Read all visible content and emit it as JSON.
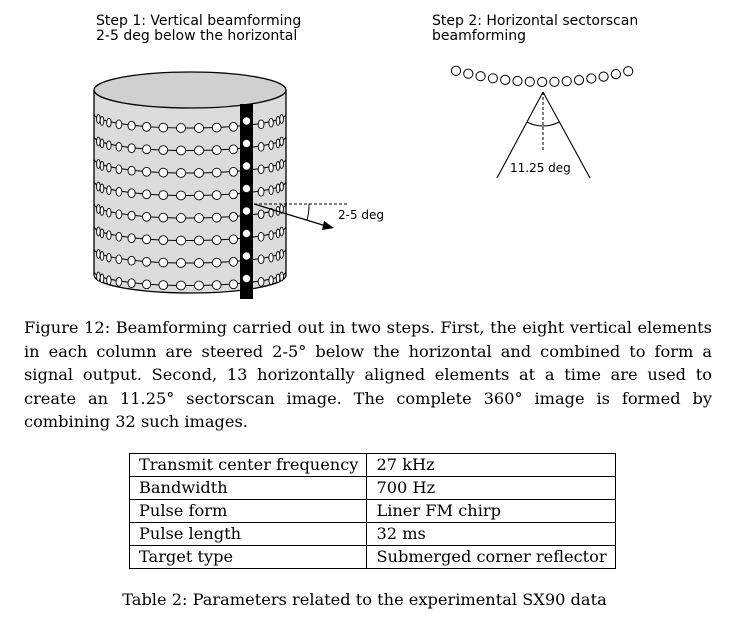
{
  "figure": {
    "step1_title_line1": "Step 1: Vertical beamforming",
    "step1_title_line2": "2-5 deg below the horizontal",
    "step2_title_line1": "Step 2: Horizontal sectorscan",
    "step2_title_line2": "beamforming",
    "angle_label_vertical": "2-5 deg",
    "angle_label_sector": "11.25 deg",
    "array_rows": 8
  },
  "caption": {
    "text": "Figure 12: Beamforming carried out in two steps. First, the eight vertical elements in each column are steered 2-5° below the horizontal and combined to form a signal output. Second, 13 horizontally aligned elements at a time are used to create an 11.25° sectorscan image. The complete 360° image is formed by combining 32 such images."
  },
  "table": {
    "rows": [
      {
        "param": "Transmit center frequency",
        "value": "27 kHz"
      },
      {
        "param": "Bandwidth",
        "value": "700 Hz"
      },
      {
        "param": "Pulse form",
        "value": "Liner FM chirp"
      },
      {
        "param": "Pulse length",
        "value": "32 ms"
      },
      {
        "param": "Target type",
        "value": "Submerged corner reflector"
      }
    ],
    "caption": "Table 2: Parameters related to the experimental SX90 data"
  }
}
